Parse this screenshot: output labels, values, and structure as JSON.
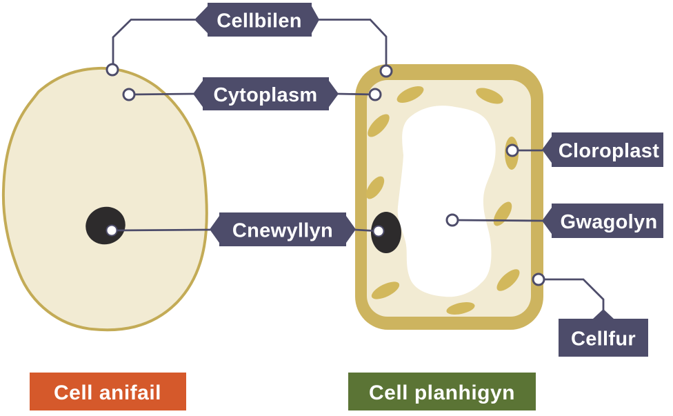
{
  "diagram": {
    "labels": {
      "cellbilen": "Cellbilen",
      "cytoplasm": "Cytoplasm",
      "cnewyllyn": "Cnewyllyn",
      "cloroplast": "Cloroplast",
      "gwagolyn": "Gwagolyn",
      "cellfur": "Cellfur"
    },
    "captions": {
      "animal_cell": "Cell anifail",
      "plant_cell": "Cell planhigyn"
    },
    "colors": {
      "label_box": "#4d4c6a",
      "connector_line": "#4d4c6a",
      "label_text": "#ffffff",
      "cell_fill": "#f2ebd3",
      "animal_border": "#c3ab56",
      "cell_wall": "#cdb45f",
      "chloroplast": "#d2b85c",
      "nucleus": "#2d2b2c",
      "vacuole": "#ffffff",
      "animal_caption_bg": "#d5592b",
      "plant_caption_bg": "#5b7435",
      "background": "#ffffff"
    }
  }
}
